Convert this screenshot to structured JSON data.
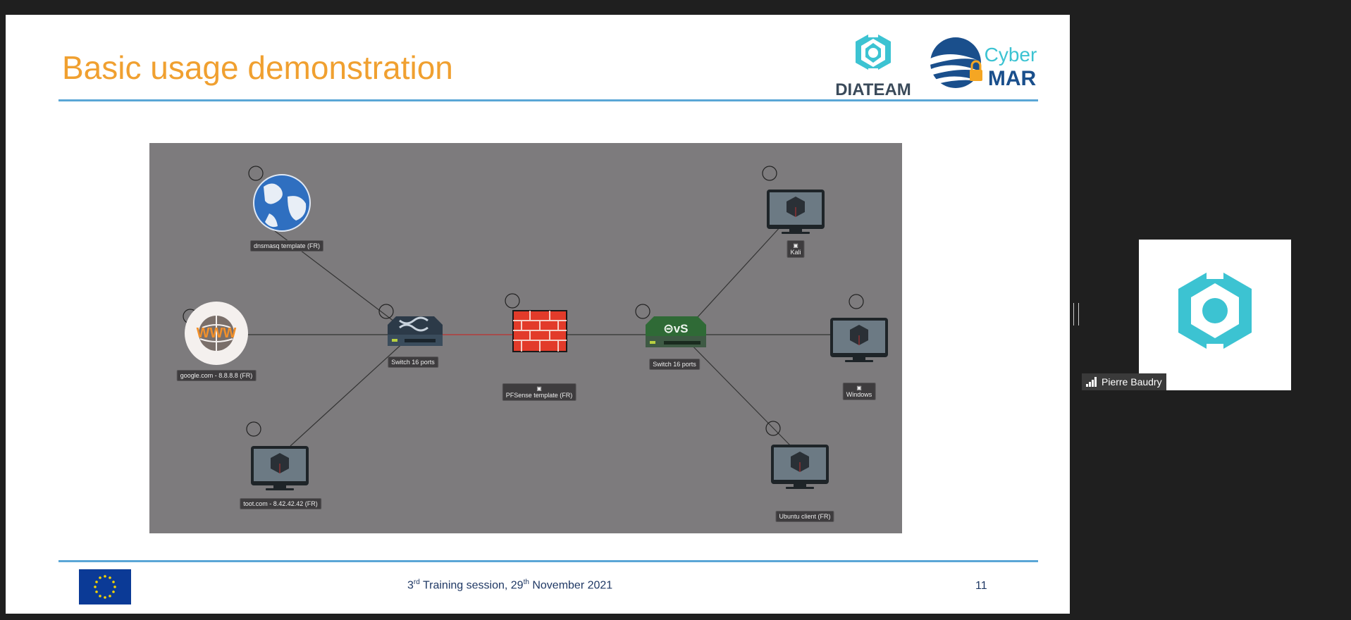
{
  "slide": {
    "title": "Basic usage demonstration",
    "logos": {
      "diateam_text": "DIATEAM",
      "cybermar_line1": "Cyber",
      "cybermar_line2": "MAR"
    },
    "footer": {
      "training_number": "3",
      "training_suffix": "rd",
      "training_text": " Training session, 29",
      "date_suffix": "th",
      "date_text": " November 2021",
      "page_number": "11"
    }
  },
  "diagram": {
    "nodes": [
      {
        "id": "dnsmasq",
        "label": "dnsmasq template (FR)",
        "icon": "globe-icon"
      },
      {
        "id": "google",
        "label": "google.com - 8.8.8.8 (FR)",
        "icon": "www-icon",
        "icon_text": "WWW"
      },
      {
        "id": "toot",
        "label": "toot.com - 8.42.42.42 (FR)",
        "icon": "monitor-icon"
      },
      {
        "id": "switch1",
        "label": "Switch 16 ports",
        "icon": "switch-icon"
      },
      {
        "id": "pfsense",
        "label": "PFSense template (FR)",
        "icon": "firewall-icon"
      },
      {
        "id": "switch2",
        "label": "Switch 16 ports",
        "icon": "ovs-switch-icon",
        "icon_text": "⊝vS"
      },
      {
        "id": "kali",
        "label": "Kali",
        "icon": "monitor-icon"
      },
      {
        "id": "windows",
        "label": "Windows",
        "icon": "monitor-icon"
      },
      {
        "id": "ubuntu",
        "label": "Ubuntu client (FR)",
        "icon": "monitor-icon"
      }
    ]
  },
  "meeting": {
    "participant_name": "Pierre Baudry"
  },
  "colors": {
    "title": "#f0a030",
    "rule": "#5aa6d6",
    "diateam_teal": "#3cc3d2",
    "cybermar_blue": "#1a4f8c",
    "firewall_red": "#e23b2a",
    "diagram_bg": "#7d7b7d"
  }
}
